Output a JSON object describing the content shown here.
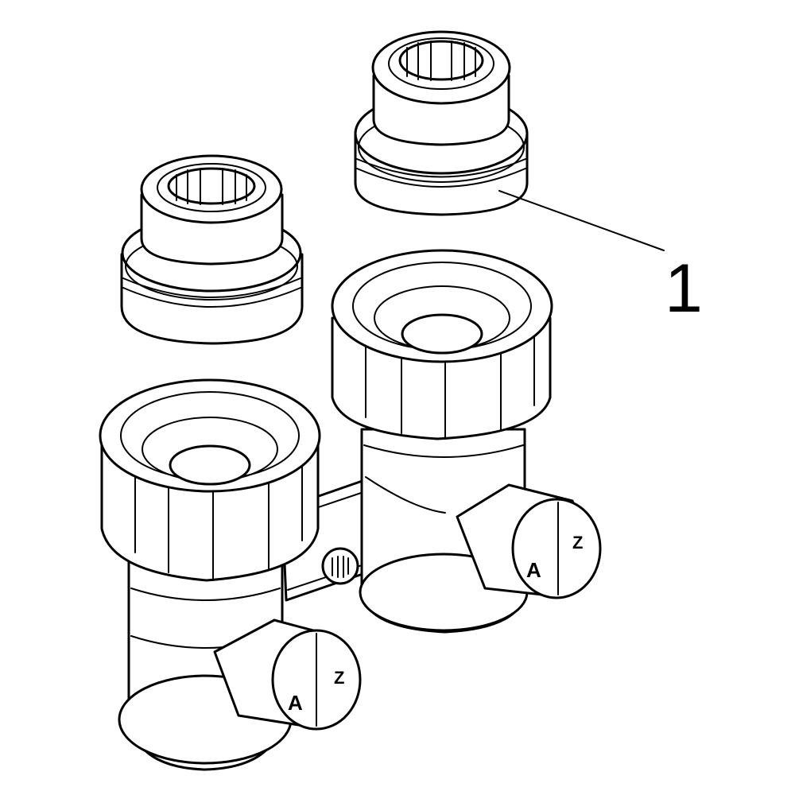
{
  "diagram": {
    "callouts": [
      {
        "label": "1",
        "target": "adapter-insert"
      }
    ],
    "cap_markings": {
      "left_letter": "A",
      "right_letter": "Z"
    },
    "colors": {
      "line": "#000000",
      "background": "#ffffff"
    }
  }
}
